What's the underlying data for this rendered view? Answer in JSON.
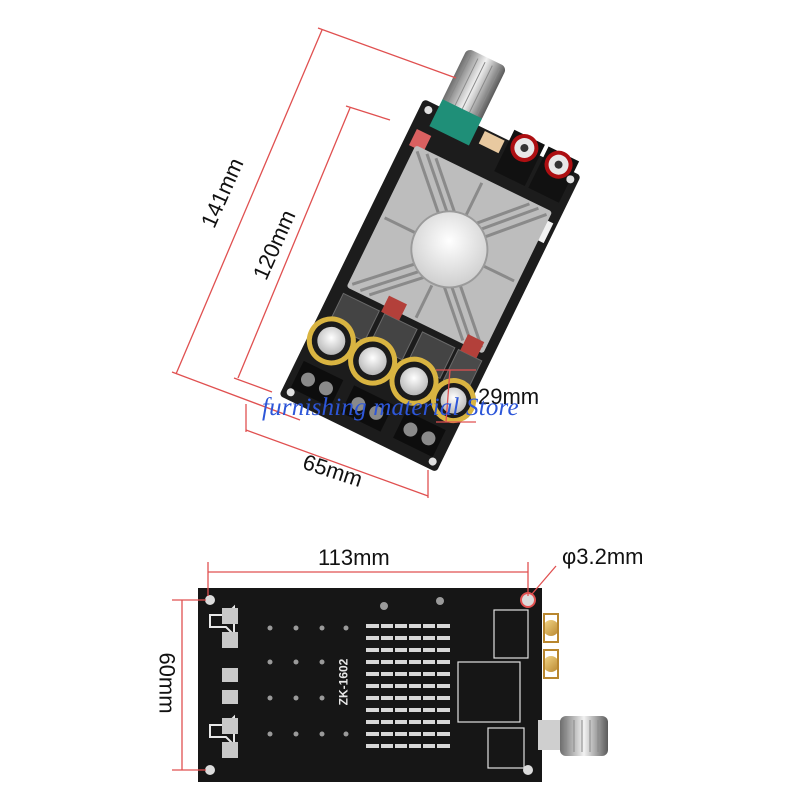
{
  "dimensions": {
    "board_length_outer": "141mm",
    "board_length_inner": "120mm",
    "component_height": "29mm",
    "board_width_top": "65mm",
    "board_length_bottom": "113mm",
    "board_width_bottom": "60mm",
    "hole_diameter": "φ3.2mm"
  },
  "watermark": "furnishing material Store",
  "pcb_labels": {
    "model": "ZK-1602"
  },
  "colors": {
    "dimension_line": "#e05050",
    "pcb": "#1a1a1a",
    "heatsink": "#c9c9c9",
    "watermark": "#2d56d8"
  }
}
